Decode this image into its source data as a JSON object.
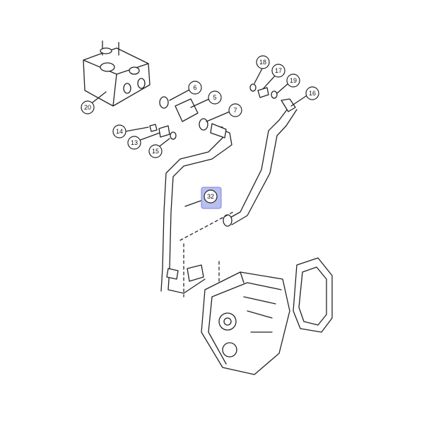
{
  "diagram": {
    "highlight_color": "#b9bff0",
    "callouts": [
      {
        "id": "20",
        "label": "20",
        "highlighted": false
      },
      {
        "id": "6",
        "label": "6",
        "highlighted": false
      },
      {
        "id": "5",
        "label": "5",
        "highlighted": false
      },
      {
        "id": "7",
        "label": "7",
        "highlighted": false
      },
      {
        "id": "14",
        "label": "14",
        "highlighted": false
      },
      {
        "id": "13",
        "label": "13",
        "highlighted": false
      },
      {
        "id": "15",
        "label": "15",
        "highlighted": false
      },
      {
        "id": "18",
        "label": "18",
        "highlighted": false
      },
      {
        "id": "17",
        "label": "17",
        "highlighted": false
      },
      {
        "id": "19",
        "label": "19",
        "highlighted": false
      },
      {
        "id": "16",
        "label": "16",
        "highlighted": false
      },
      {
        "id": "32",
        "label": "32",
        "highlighted": true
      }
    ]
  }
}
